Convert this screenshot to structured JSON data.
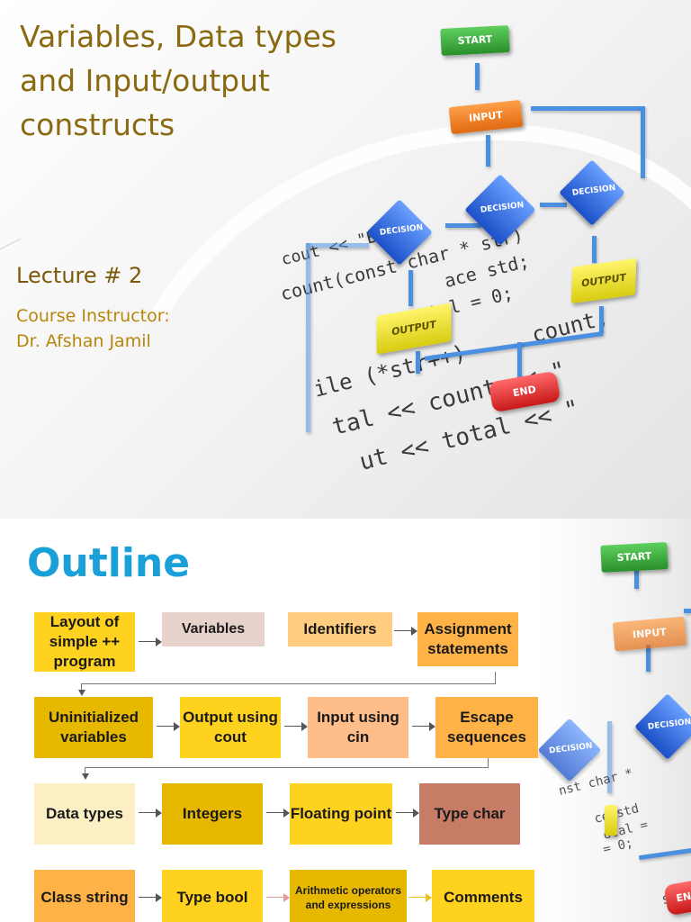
{
  "slide1": {
    "title": "Variables, Data types and Input/output constructs",
    "lecture": "Lecture # 2",
    "instructor_label": "Course Instructor:",
    "instructor_name": "Dr. Afshan Jamil",
    "flowchart": {
      "start": "START",
      "input": "INPUT",
      "decision_left": "DECISION",
      "decision_mid": "DECISION",
      "decision_right": "DECISION",
      "output_left": "OUTPUT",
      "output_right": "OUTPUT",
      "end": "END"
    },
    "code_lines": [
      "cout << \"Bye\";",
      "count(const char * str)",
      "ace std;",
      "total = 0;",
      "ile (*str++)",
      "count;",
      "tal << count << \"",
      "ut << total << \""
    ]
  },
  "slide2": {
    "title": "Outline",
    "side_flowchart": {
      "start": "START",
      "input": "INPUT",
      "decision_left": "DECISION",
      "decision_right": "DECISION",
      "end": "EN"
    },
    "rows": [
      [
        "Layout of simple ++ program",
        "Variables",
        "Identifiers",
        "Assignment statements"
      ],
      [
        "Uninitialized variables",
        "Output using cout",
        "Input using cin",
        "Escape sequences"
      ],
      [
        "Data types",
        "Integers",
        "Floating point",
        "Type char"
      ],
      [
        "Class string",
        "Type bool",
        "Arithmetic operators and expressions",
        "Comments"
      ]
    ],
    "colors": {
      "outline_title": "#1aa0d8",
      "yellow": "#ffd21f",
      "pink": "#e8d2cc",
      "peach": "#ffcc80",
      "orange": "#ffb347",
      "gold": "#e6b800",
      "sand": "#fbdfa0",
      "salmon": "#ffbd8a",
      "brown": "#c77c66",
      "cream": "#fdefc4"
    }
  }
}
